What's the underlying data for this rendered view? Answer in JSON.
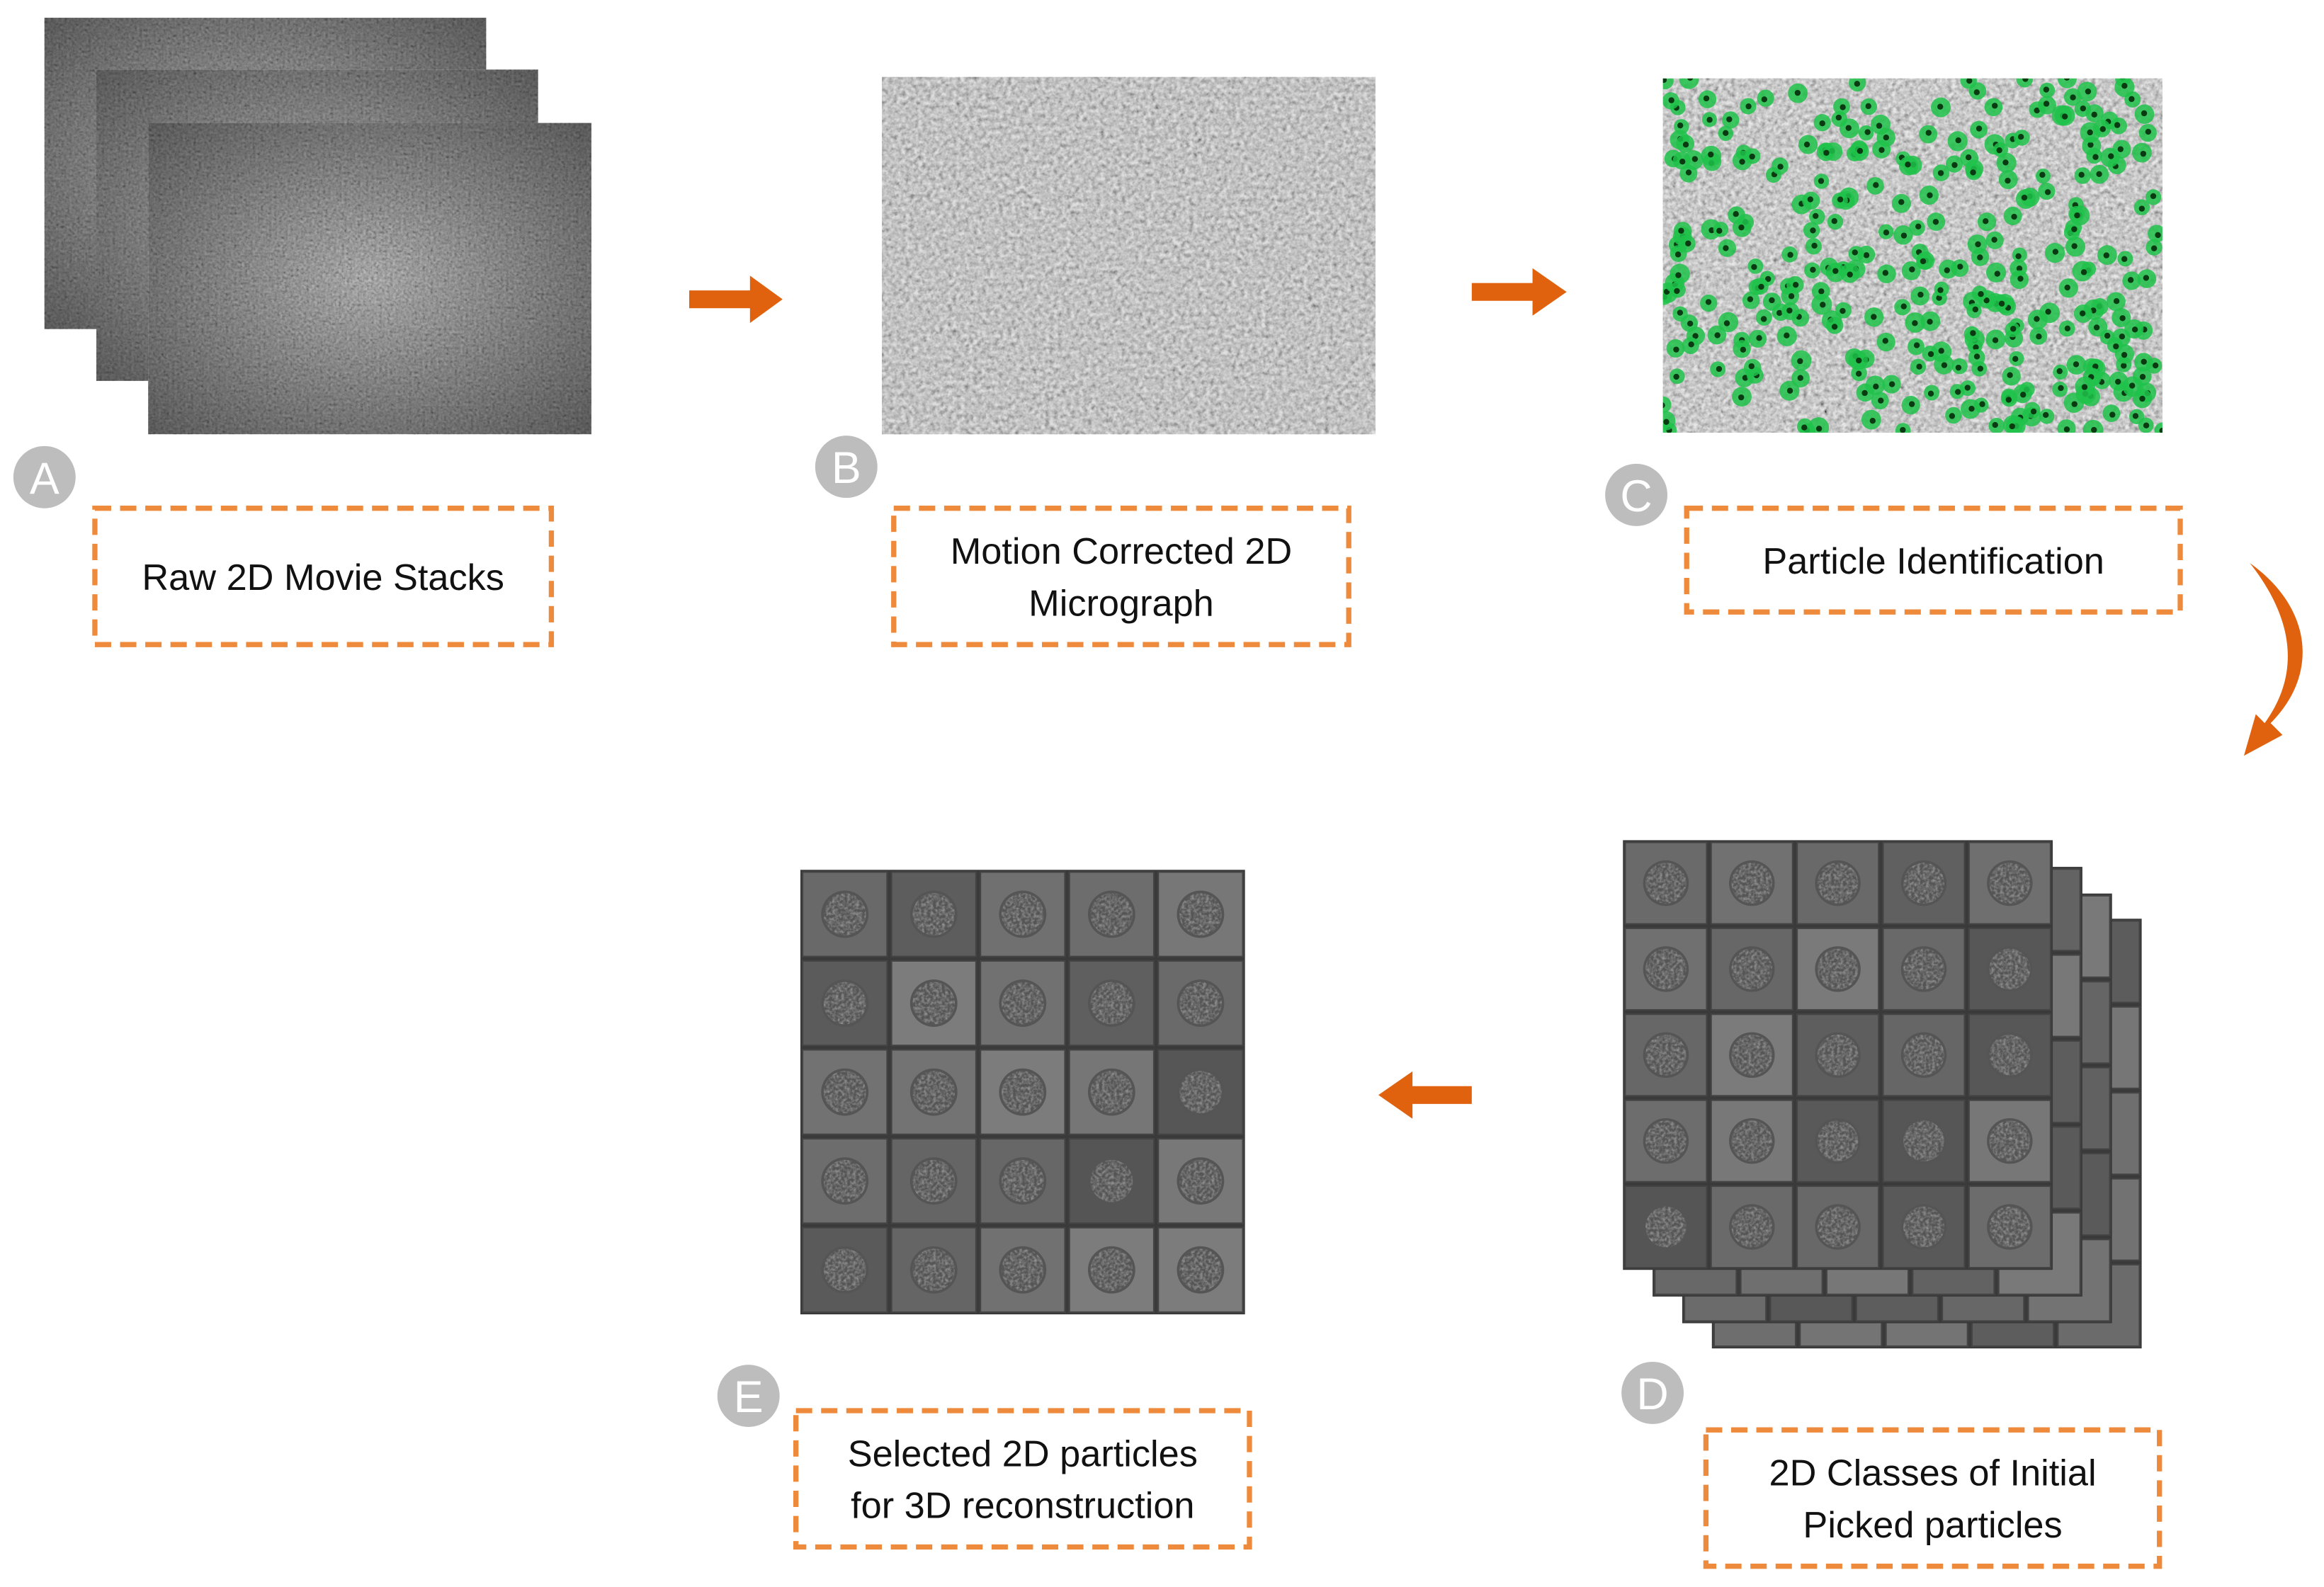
{
  "colors": {
    "accent_orange": "#e0620f",
    "dashed_box": "#ee8a3c",
    "step_circle": "#bdbdbd",
    "particle_marker": "#1fc24a"
  },
  "steps": [
    {
      "letter": "A",
      "lines": [
        "Raw 2D Movie Stacks"
      ]
    },
    {
      "letter": "B",
      "lines": [
        "Motion Corrected 2D",
        "Micrograph"
      ]
    },
    {
      "letter": "C",
      "lines": [
        "Particle Identification"
      ]
    },
    {
      "letter": "D",
      "lines": [
        "2D Classes of Initial",
        "Picked particles"
      ]
    },
    {
      "letter": "E",
      "lines": [
        "Selected 2D particles",
        "for 3D reconstruction"
      ]
    }
  ],
  "arrows": [
    "right",
    "right",
    "curved-down",
    "left"
  ]
}
